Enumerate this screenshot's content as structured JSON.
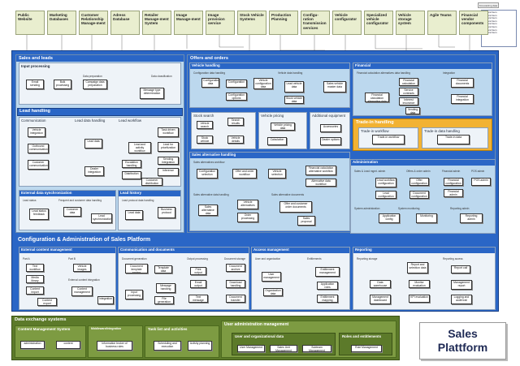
{
  "top_systems": [
    "Public Website",
    "Marketing Databases",
    "Customer Relationship Manage-ment",
    "Adress Database",
    "Retailer Manage-ment System",
    "Image Manage-ment",
    "Image provision service",
    "Stock Vehicle Systems",
    "Production Planning",
    "Configu-ration transmission services",
    "Vehicle configurator",
    "Specialized vehicle configurator",
    "Vehicle storage system",
    "Agile Teams",
    "Financial vendor components"
  ],
  "legend": {
    "title": "Forecasting data",
    "items": [
      "Legend item",
      "Legend item",
      "Legend item",
      "Legend item",
      "Legend item",
      "Legend item",
      "Legend item",
      "Legend item"
    ]
  },
  "sales_leads": {
    "title": "Sales and leads",
    "input": {
      "title": "Input processing",
      "data_prep": "Data preparation",
      "data_class": "Data classification",
      "boxes": [
        "Email sending",
        "Bulk processing",
        "Campaign data preparation",
        "Message type determination"
      ]
    },
    "lead_handling": {
      "title": "Lead handling",
      "communication": "Communication",
      "lead_data": "Lead data handling",
      "lead_workflow": "Lead workflow",
      "boxes": [
        "Vehicle integration",
        "Outbound communication",
        "Customer communication",
        "Lead data",
        "Lead and activity workflow",
        "Escalation handling",
        "Dealer integration",
        "Task driven workflow",
        "Lead for prioritization",
        "Sending Integration",
        "Distribution",
        "Inference",
        "Customer distribution"
      ]
    },
    "ext_sync": {
      "title": "External data synchronization",
      "lead_status": "Lead status",
      "freq": "Frequent and customer data handling",
      "boxes": [
        "Lead status feedback",
        "Customer data",
        "Lead synchronization"
      ]
    },
    "history": {
      "title": "Lead history",
      "protocol": "Lead protocol data handling",
      "boxes": [
        "Lead data",
        "Business protocol"
      ]
    }
  },
  "offers": {
    "title": "Offers and orders",
    "vehicle": {
      "title": "Vehicle handling",
      "config": "Configuration data handling",
      "vdata": "Vehicle data handling",
      "boxes": [
        "Configuration data",
        "Configuration",
        "Vehicle configuration data",
        "Configuration options",
        "Lead vehicle data",
        "Stock vehicle data",
        "Sales vehicle master data"
      ]
    },
    "stock": {
      "title": "Stock search",
      "boxes": [
        "Vehicle search",
        "Search results",
        "Stock vehicle",
        "Vehicle details"
      ]
    },
    "pricing": {
      "title": "Vehicle pricing",
      "boxes": [
        "Vehicle pricing data",
        "Calculation"
      ]
    },
    "addeq": {
      "title": "Additional equipment",
      "boxes": [
        "Accessories",
        "Dealer options"
      ]
    },
    "alt": {
      "title": "Sales alternative handling",
      "workflow": "Sales alternatives workflow",
      "data": "Sales alternative data handling",
      "docs": "Sales alternative documents",
      "boxes": [
        "Configuration selection",
        "Offer and order workflow",
        "Vehicle selection",
        "Financial calculation alternative workflow",
        "Alternative data workflow",
        "Sales alternative data",
        "Vehicle alternatives",
        "Order processing",
        "Offer and customer order documents",
        "Sales proposal"
      ]
    },
    "financial": {
      "title": "Financial",
      "calc": "Financial calculation alternatives data handling",
      "integ": "Integration",
      "boxes": [
        "Financial calculation data",
        "Service contracts data",
        "Financial calculation alternative data",
        "Interest insurance data",
        "Vending data",
        "Financial documents",
        "Financial integration"
      ]
    },
    "tradein": {
      "title": "Trade-in handling",
      "workflow": "Trade-in workflow",
      "data": "Trade-in data handling",
      "boxes": [
        "Trade-in workflow",
        "Trade-in data"
      ]
    },
    "admin": {
      "title": "Administration",
      "s1": "Sales & Lead mgmt. admin",
      "s2": "Offers & order admin",
      "s3": "Financial admin",
      "s4": "POS admin",
      "s5": "System administration",
      "s6": "System monitoring",
      "s7": "Reporting admin",
      "boxes": [
        "Lead workflow configuration",
        "Lead configuration",
        "Offer configuration",
        "Document configuration",
        "Financial configuration",
        "Financial admin",
        "POS admin",
        "Application config",
        "Monitoring",
        "Reporting admin"
      ]
    }
  },
  "config_admin": {
    "title": "Configuration & Administration of Sales Platform",
    "ecm": {
      "title": "External content management",
      "partA": "Part A",
      "partB": "Part B",
      "integration": "External content integration",
      "boxes": [
        "Text workflow",
        "Media library",
        "Content import",
        "Content export",
        "Vehicle images",
        "Content management",
        "Integration"
      ]
    },
    "comm": {
      "title": "Communication and documents",
      "gen": "Document generation",
      "out": "Output processing",
      "doc": "Document storage",
      "boxes": [
        "Document template engine",
        "Template data",
        "Input processing",
        "Message handling",
        "Print output",
        "File generation",
        "Email output",
        "Text message output",
        "Document archive",
        "Download handling",
        "Document transfer"
      ]
    },
    "access": {
      "title": "Access management",
      "user_org": "User and organization",
      "ent": "Entitlements",
      "boxes": [
        "User management",
        "Organization data",
        "Entitlement management",
        "Application roles",
        "Entitlement mapping"
      ]
    },
    "reporting": {
      "title": "Reporting",
      "storage": "Reporting storage",
      "access": "Reporting access",
      "boxes": [
        "Report and selection data",
        "Report call",
        "Data warehouse",
        "Management dashboard",
        "Monitor evaluation",
        "Management report",
        "KPI evaluation",
        "Logging and audit trail"
      ]
    }
  },
  "data_exchange": {
    "title": "Data exchange systems",
    "cms": "Content Management System",
    "boxes_cms": [
      "administration",
      "content"
    ],
    "mi": "Middleware/Integration",
    "boxes_mi": [
      "Information broker of business rules"
    ],
    "tasks": "Task list and activities",
    "boxes_tasks": [
      "Scheduling and execution",
      "Activity planning"
    ],
    "uam": "User administration management",
    "uod": "User and organizational data",
    "roles": "Roles and entitlements",
    "boxes_uam": [
      "User Management",
      "Sales Unit Management",
      "Subteam Management",
      "Role Management"
    ]
  },
  "platform_title": "Sales Plattform"
}
